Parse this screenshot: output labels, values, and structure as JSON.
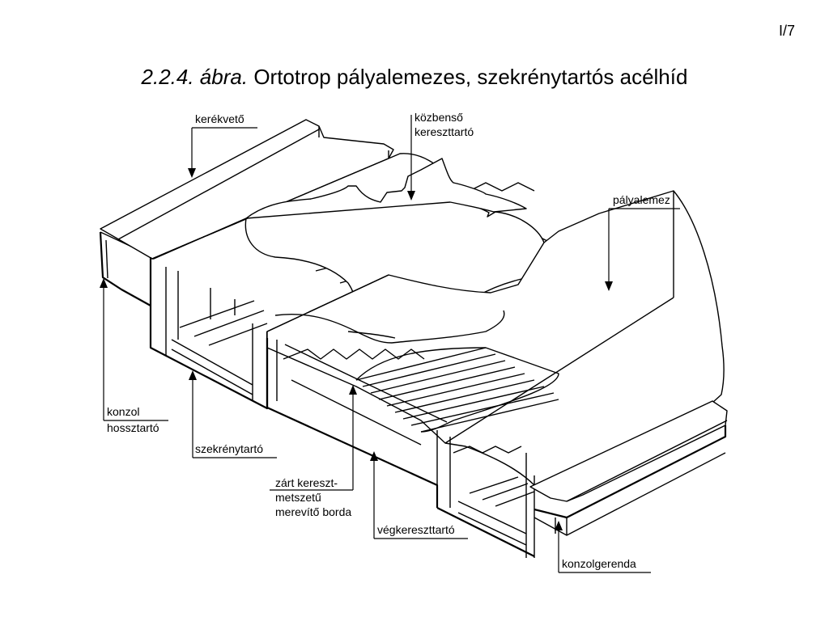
{
  "page_number": "I/7",
  "title": {
    "figure_ref": "2.2.4. ábra.",
    "text": "Ortotrop pályalemezes, szekrénytartós acélhíd"
  },
  "labels": {
    "kerekvedo": "kerékvető",
    "kozbenso_1": "közbenső",
    "kozbenso_2": "kereszttartó",
    "palyalemez": "pályalemez",
    "konzol_1": "konzol",
    "konzol_2": "hossztartó",
    "szekrenytarto": "szekrénytartó",
    "zart_1": "zárt kereszt-",
    "zart_2": "metszetű",
    "zart_3": "merevítő borda",
    "vegkereszttarto": "végkereszttartó",
    "konzolgerenda": "konzolgerenda"
  }
}
